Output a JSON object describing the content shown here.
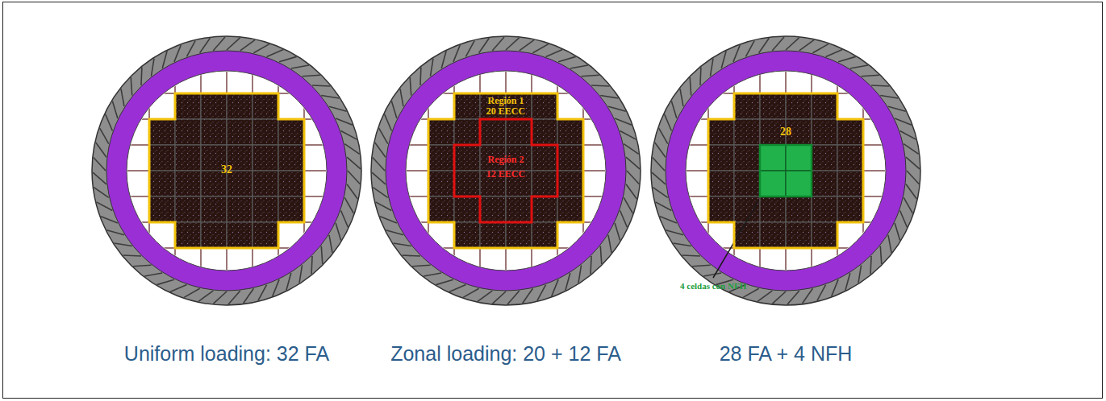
{
  "diagram": {
    "nodes": [
      {
        "text": [
          "32"
        ]
      },
      {
        "text": [
          "Región 1",
          "20 EECC"
        ]
      },
      {
        "text": [
          "Región 2",
          "12 EECC"
        ],
        "in": 1
      },
      {
        "text": [
          "28"
        ]
      }
    ],
    "labels": [
      "4 celdas con NFH",
      "Uniform loading: 32 FA",
      "Zonal loading: 20 + 12 FA",
      "28 FA + 4 NFH"
    ]
  }
}
